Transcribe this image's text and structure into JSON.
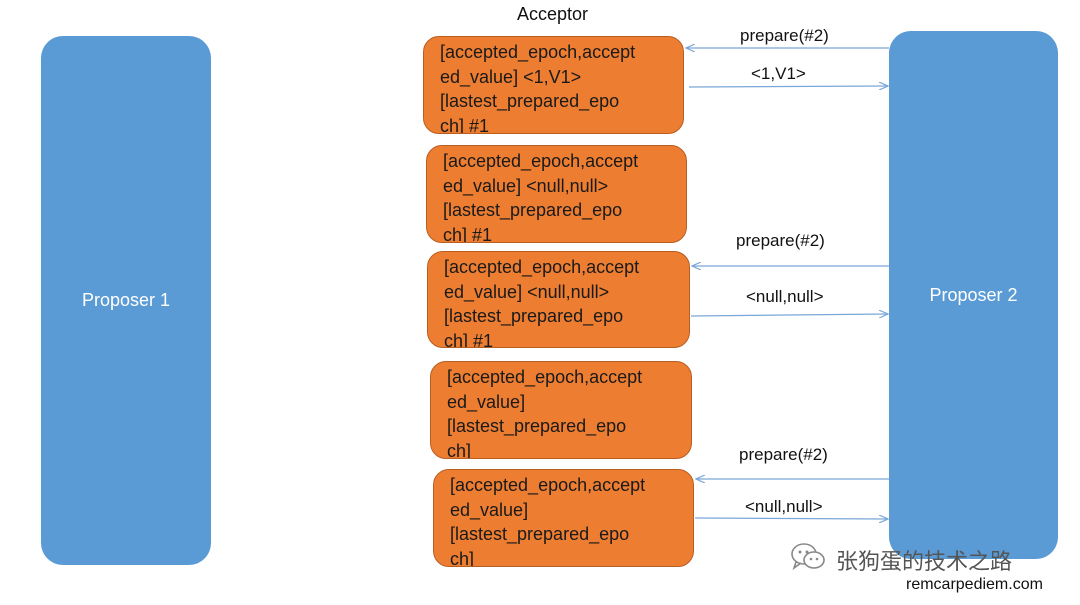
{
  "acceptor": {
    "title": "Acceptor",
    "states": [
      {
        "lines": [
          "[accepted_epoch,accept",
          "ed_value] <1,V1>",
          "[lastest_prepared_epo",
          "ch] #1"
        ]
      },
      {
        "lines": [
          "[accepted_epoch,accept",
          "ed_value] <null,null>",
          "[lastest_prepared_epo",
          "ch] #1"
        ]
      },
      {
        "lines": [
          "[accepted_epoch,accept",
          "ed_value] <null,null>",
          "[lastest_prepared_epo",
          "ch] #1"
        ]
      },
      {
        "lines": [
          "[accepted_epoch,accept",
          "ed_value]",
          "[lastest_prepared_epo",
          "ch]"
        ]
      },
      {
        "lines": [
          "[accepted_epoch,accept",
          "ed_value]",
          "[lastest_prepared_epo",
          "ch]"
        ]
      }
    ]
  },
  "proposers": {
    "p1": "Proposer 1",
    "p2": "Proposer 2"
  },
  "messages": [
    {
      "label": "prepare(#2)",
      "direction": "to-acceptor"
    },
    {
      "label": "<1,V1>",
      "direction": "to-proposer"
    },
    {
      "label": "prepare(#2)",
      "direction": "to-acceptor"
    },
    {
      "label": "<null,null>",
      "direction": "to-proposer"
    },
    {
      "label": "prepare(#2)",
      "direction": "to-acceptor"
    },
    {
      "label": "<null,null>",
      "direction": "to-proposer"
    }
  ],
  "watermark": {
    "text": "张狗蛋的技术之路",
    "icon": "wechat-icon",
    "site": "remcarpediem.com"
  },
  "colors": {
    "proposer_fill": "#5b9bd5",
    "acceptor_fill": "#ed7d31",
    "arrow": "#7aa6d8"
  }
}
